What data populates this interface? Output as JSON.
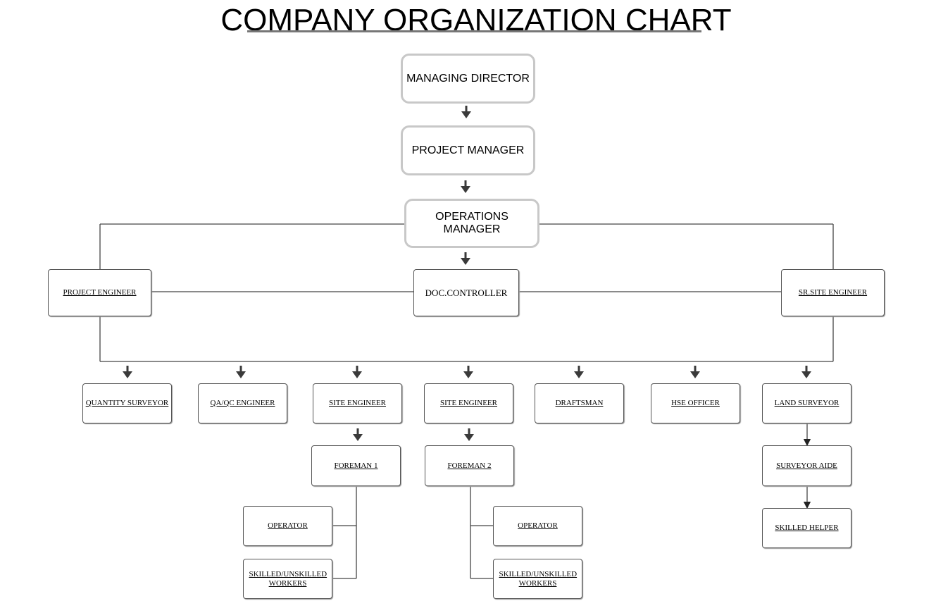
{
  "title": "COMPANY ORGANIZATION CHART",
  "roles": {
    "managing_director": "MANAGING DIRECTOR",
    "project_manager": "PROJECT MANAGER",
    "operations_manager": "OPERATIONS MANAGER",
    "project_engineer": "PROJECT ENGINEER",
    "doc_controller": "DOC.CONTROLLER",
    "sr_site_engineer": "SR.SITE ENGINEER",
    "quantity_surveyor": "QUANTITY SURVEYOR",
    "qa_qc_engineer": "QA/QC ENGINEER",
    "site_engineer_1": "SITE ENGINEER",
    "site_engineer_2": "SITE ENGINEER",
    "draftsman": "DRAFTSMAN",
    "hse_officer": "HSE OFFICER",
    "land_surveyor": "LAND SURVEYOR",
    "foreman_1": "FOREMAN 1",
    "foreman_2": "FOREMAN 2",
    "surveyor_aide": "SURVEYOR AIDE",
    "operator_1": "OPERATOR",
    "operator_2": "OPERATOR",
    "workers_1": "SKILLED/UNSKILLED WORKERS",
    "workers_2": "SKILLED/UNSKILLED WORKERS",
    "skilled_helper": "SKILLED HELPER"
  }
}
